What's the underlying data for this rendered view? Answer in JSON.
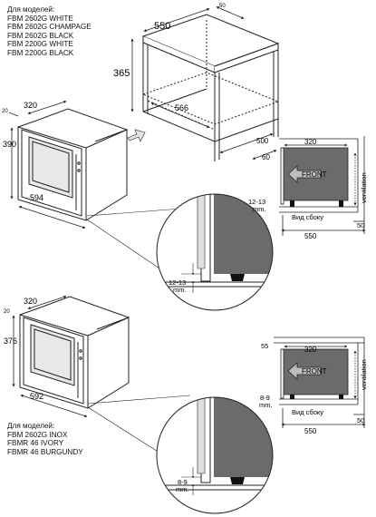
{
  "models_top": {
    "heading": "Для моделей:",
    "items": [
      "FBM 2602G WHITE",
      "FBM 2602G CHAMPAGE",
      "FBM 2602G BLACK",
      "FBM 2200G WHITE",
      "FBM 2200G BLACK"
    ]
  },
  "models_bottom": {
    "heading": "Для моделей:",
    "items": [
      "FBM 2602G INOX",
      "FBMR 46 IVORY",
      "FBMR 46 BURGUNDY"
    ]
  },
  "cabinet": {
    "depth": "550",
    "top_small": "50",
    "height": "365",
    "inner_width": "566",
    "bottom_depth": "500",
    "bottom_small": "60"
  },
  "oven_top": {
    "depth": "320",
    "side": "20",
    "height": "390",
    "width": "594"
  },
  "oven_bottom": {
    "depth": "320",
    "side": "20",
    "height": "376",
    "width": "592"
  },
  "side_top": {
    "depth": "320",
    "front": "FRONT",
    "ventilation": "ventilation",
    "gap": "12-13",
    "unit": "mm.",
    "caption": "Вид сбоку",
    "small": "50",
    "total": "550"
  },
  "side_bottom": {
    "top_gap": "55",
    "depth": "320",
    "front": "FRONT",
    "ventilation": "ventilation",
    "gap": "8-9",
    "unit": "mm.",
    "caption": "Вид сбоку",
    "small": "50",
    "total": "550"
  },
  "detail_top": {
    "gap": "12-13",
    "unit": "mm."
  },
  "detail_bottom": {
    "gap": "8-9",
    "unit": "mm."
  },
  "colors": {
    "line": "#222222",
    "panel": "#6b6b6b",
    "shade": "#b0b0b0",
    "stand": "#111111"
  }
}
